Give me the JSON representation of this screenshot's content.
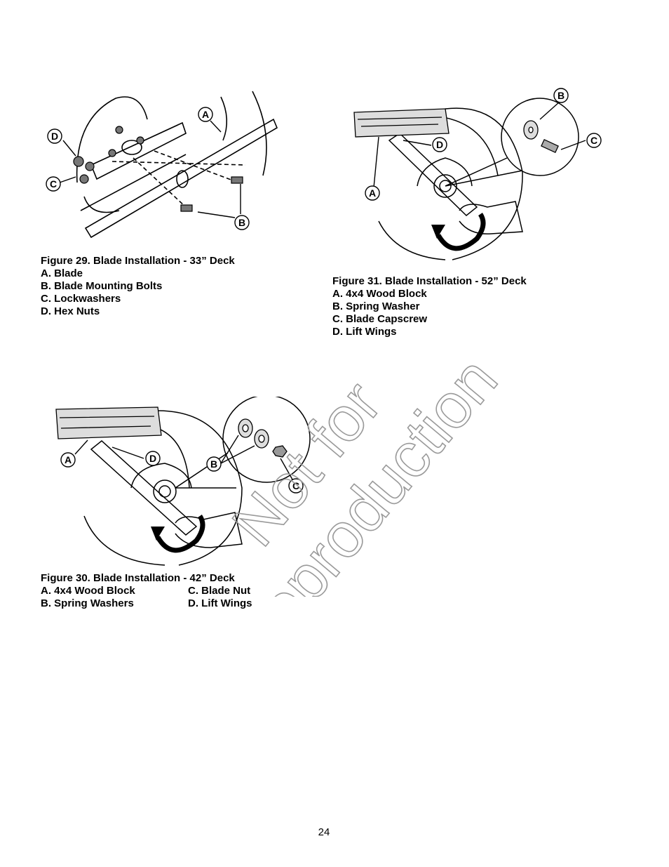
{
  "figure29": {
    "caption": "Figure 29.  Blade Installation - 33” Deck",
    "items": [
      "A.  Blade",
      "B.  Blade Mounting Bolts",
      "C.  Lockwashers",
      "D.  Hex Nuts"
    ],
    "callouts": {
      "a": "A",
      "b": "B",
      "c": "C",
      "d": "D"
    }
  },
  "figure31": {
    "caption": "Figure 31.  Blade Installation - 52” Deck",
    "items": [
      "A.  4x4 Wood Block",
      "B.  Spring Washer",
      "C.  Blade Capscrew",
      "D.  Lift Wings"
    ],
    "callouts": {
      "a": "A",
      "b": "B",
      "c": "C",
      "d": "D"
    }
  },
  "figure30": {
    "caption": "Figure 30.  Blade Installation - 42” Deck",
    "items_left": [
      "A.  4x4 Wood Block",
      "B.  Spring Washers"
    ],
    "items_right": [
      "C.  Blade Nut",
      "D.  Lift Wings"
    ],
    "callouts": {
      "a": "A",
      "b": "B",
      "c": "C",
      "d": "D"
    }
  },
  "watermark": {
    "line1": "Not for",
    "line2": "Reproduction"
  },
  "page_number": "24"
}
